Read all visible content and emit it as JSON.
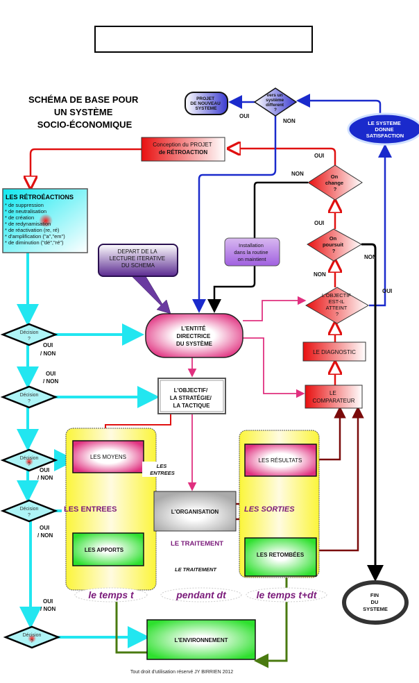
{
  "title": [
    "SCHÉMA DE BASE POUR",
    "UN SYSTÈME",
    "SOCIO-ÉCONOMIQUE"
  ],
  "nodes": {
    "nouveau_systeme": [
      "PROJET",
      "DE NOUVEAU",
      "SYSTEME"
    ],
    "vers_systeme": [
      "vers un",
      "système",
      "different",
      "?"
    ],
    "satisfaction": [
      "LE SYSTEME",
      "DONNE",
      "SATISFACTION"
    ],
    "conception": [
      "Conception du PROJET",
      "de RÉTROACTION"
    ],
    "retroactions": {
      "title": "LES RÉTROÉACTIONS",
      "items": [
        "* de suppression",
        "* de neutralisation",
        "* de création",
        "* de redynamisation",
        "* de réactivation (re, ré)",
        "* d'amplification (\"a\",\"em\")",
        "* de diminution (\"dé\",\"ré\")"
      ]
    },
    "on_change": [
      "On",
      "change",
      "?"
    ],
    "on_poursuit": [
      "On",
      "poursuit",
      "?"
    ],
    "objectif_atteint": [
      "L'OBJECTIF",
      "EST-IL",
      "ATTEINT",
      "?"
    ],
    "installation": [
      "Installation",
      "dans la routine",
      "on maintient"
    ],
    "depart": [
      "DEPART DE LA",
      "LECTURE ITERATIVE",
      "DU SCHEMA"
    ],
    "entite": [
      "L'ENTITÉ",
      "DIRECTRICE",
      "DU SYSTÈME"
    ],
    "diagnostic": "LE DIAGNOSTIC",
    "objectif": [
      "L'OBJECTIF/",
      "LA STRATÉGIE/",
      "LA TACTIQUE"
    ],
    "comparateur": [
      "LE",
      "COMPARATEUR"
    ],
    "moyens": "LES MOYENS",
    "resultats": "LES RÉSULTATS",
    "organisation": "L'ORGANISATION",
    "apports": "LES APPORTS",
    "retombees": "LES RETOMBÉES",
    "environnement": "L'ENVIRONNEMENT",
    "fin": [
      "FIN",
      "DU",
      "SYSTEME"
    ],
    "decision": [
      "Décision",
      "?"
    ]
  },
  "labels": {
    "oui": "OUI",
    "non": "NON",
    "oui_non": [
      "OUI",
      "/ NON"
    ],
    "les_entrees_small": [
      "LES",
      "ENTREES"
    ],
    "les_entrees": "LES   ENTREES",
    "les_sorties": "LES   SORTIES",
    "le_traitement": "LE TRAITEMENT",
    "le_traitement_italic": "LE TRAITEMENT",
    "temps_t": "le temps t",
    "pendant_dt": "pendant dt",
    "temps_tdt": "le temps t+dt"
  },
  "footer": "Tout droit d'utilisation réservé JY BIRRIEN 2012",
  "colors": {
    "cyan": "#22e6f0",
    "red": "#e01010",
    "blue": "#1a2acc",
    "magenta": "#e0307f",
    "green": "#2ee02e",
    "olive": "#4a7a10",
    "darkred": "#7a0a0a",
    "yellow": "#fbf53a",
    "purple": "#7a1a7a"
  }
}
